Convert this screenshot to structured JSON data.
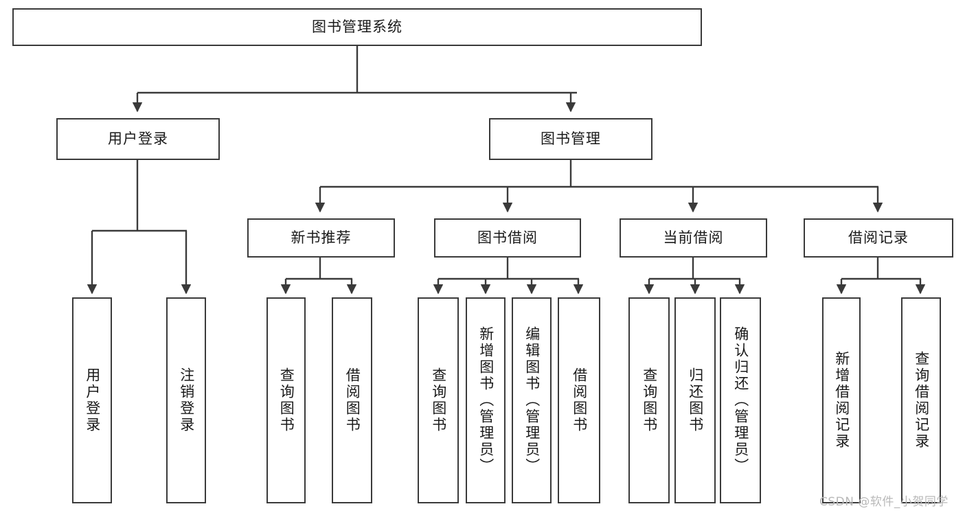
{
  "diagram": {
    "type": "tree-hierarchy",
    "title": "图书管理系统",
    "watermark": "CSDN @软件_小贺同学",
    "colors": {
      "box_border": "#3a3a3a",
      "box_fill": "#ffffff",
      "connector": "#3a3a3a",
      "text": "#1a1a1a",
      "watermark": "#b9b9b9",
      "background": "#ffffff"
    },
    "root": {
      "label": "图书管理系统"
    },
    "level2": [
      {
        "label": "用户登录"
      },
      {
        "label": "图书管理"
      }
    ],
    "level3": [
      {
        "label": "新书推荐"
      },
      {
        "label": "图书借阅"
      },
      {
        "label": "当前借阅"
      },
      {
        "label": "借阅记录"
      }
    ],
    "leaves": {
      "user_login": [
        {
          "label": "用户登录"
        },
        {
          "label": "注销登录"
        }
      ],
      "new_book": [
        {
          "label": "查询图书"
        },
        {
          "label": "借阅图书"
        }
      ],
      "book_borrow": [
        {
          "label": "查询图书"
        },
        {
          "label": "新增图书（管理员）"
        },
        {
          "label": "编辑图书（管理员）"
        },
        {
          "label": "借阅图书"
        }
      ],
      "current_borrow": [
        {
          "label": "查询图书"
        },
        {
          "label": "归还图书"
        },
        {
          "label": "确认归还（管理员）"
        }
      ],
      "borrow_record": [
        {
          "label": "新增借阅记录"
        },
        {
          "label": "查询借阅记录"
        }
      ]
    }
  }
}
